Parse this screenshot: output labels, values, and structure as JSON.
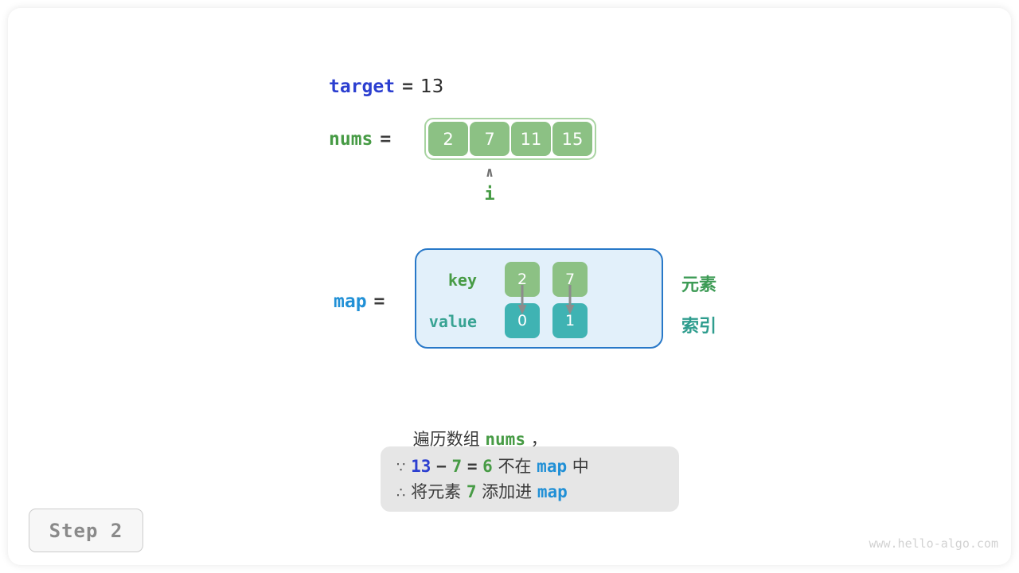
{
  "step": {
    "label": "Step 2"
  },
  "watermark": {
    "text": "www.hello-algo.com"
  },
  "target": {
    "name": "target",
    "equals": "=",
    "value": "13"
  },
  "nums": {
    "name": "nums",
    "equals": "=",
    "values": [
      "2",
      "7",
      "11",
      "15"
    ]
  },
  "pointer": {
    "caret": "∧",
    "name": "i"
  },
  "map": {
    "name": "map",
    "equals": "=",
    "key_label": "key",
    "value_label": "value",
    "keys": [
      "2",
      "7"
    ],
    "values": [
      "0",
      "1"
    ],
    "side_labels": {
      "element": "元素",
      "index": "索引"
    }
  },
  "narration": {
    "prefix": "遍历数组 ",
    "code": "nums",
    "suffix": " ，"
  },
  "info": {
    "line1": {
      "symbol": "∵",
      "a": "13",
      "minus": "−",
      "b": "7",
      "eq": "=",
      "c": "6",
      "mid": " 不在 ",
      "target_name": "map",
      "tail": " 中"
    },
    "line2": {
      "symbol": "∴",
      "pre": " 将元素 ",
      "num": "7",
      "mid": " 添加进 ",
      "target_name": "map"
    }
  },
  "colors": {
    "green": "#479b45",
    "cell_green": "#8cc184",
    "teal": "#3fb3b3",
    "blue": "#2190d6",
    "indigo": "#2c3fd0",
    "map_fill": "#e2f0fa",
    "map_border": "#2878c8",
    "info_bg": "#e6e6e6",
    "gray_text": "#3a3a3a"
  }
}
